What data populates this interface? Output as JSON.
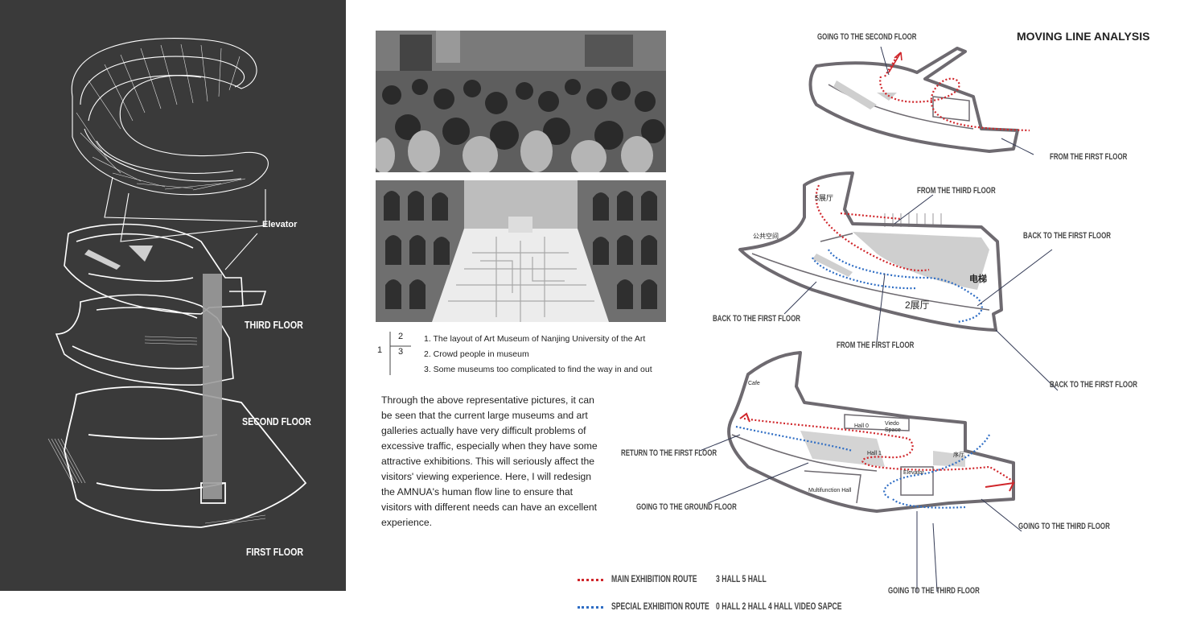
{
  "title": "MOVING LINE ANALYSIS",
  "axon": {
    "elevator": "Elevator",
    "third_floor": "THIRD FLOOR",
    "second_floor": "SECOND FLOOR",
    "first_floor": "FIRST FLOOR"
  },
  "caption": {
    "left_number": "1",
    "top_number": "2",
    "bottom_number": "3",
    "lines": [
      "1. The layout of Art Museum of Nanjing University of the Art",
      "2. Crowd people in museum",
      "3. Some museums too complicated to find the way in and out"
    ]
  },
  "paragraph": "Through the above representative pictures, it can be seen that the current large museums and art galleries actually have very difficult problems of excessive traffic, especially when they have some attractive exhibitions. This will seriously affect the visitors' viewing experience. Here, I will redesign the AMNUA's human flow line to ensure that visitors with different needs can have an excellent experience.",
  "annotations": {
    "going_second": "GOING TO THE SECOND FLOOR",
    "from_first_top": "FROM THE FIRST FLOOR",
    "from_third": "FROM THE THIRD FLOOR",
    "back_first_a": "BACK TO THE FIRST FLOOR",
    "back_first_b": "BACK TO THE FIRST FLOOR",
    "from_first_mid": "FROM THE FIRST FLOOR",
    "back_first_c": "BACK TO THE FIRST FLOOR",
    "return_first": "RETURN TO THE FIRST FLOOR",
    "going_ground": "GOING TO THE GROUND FLOOR",
    "going_third_a": "GOING TO THE THIRD FLOOR",
    "going_third_b": "GOING TO THE THIRD FLOOR"
  },
  "plan_labels": {
    "hall5": "5展厅",
    "public": "公共空间",
    "elevator_cn": "电梯",
    "hall2": "2展厅",
    "cafe": "Cafe",
    "hall0": "Hall 0",
    "video": "Viedo Space",
    "hall1": "Hall 1",
    "preface": "序厅",
    "elevator": "Elevator",
    "multi": "Multifunction Hall"
  },
  "legend": {
    "main_route": "MAIN EXHIBITION ROUTE",
    "main_halls": "3 HALL   5 HALL",
    "special_route": "SPECIAL EXHIBITION ROUTE",
    "special_halls": "0 HALL   2 HALL   4 HALL   VIDEO SAPCE"
  },
  "colors": {
    "main_route": "#d0262b",
    "special_route": "#2e6dc4",
    "panel": "#3a3a3a",
    "plan_wall": "#6e6a70"
  }
}
